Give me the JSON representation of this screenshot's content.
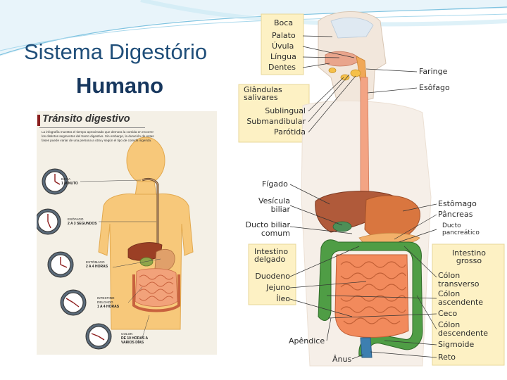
{
  "title_line1": "Sistema Digestório",
  "title_line2": "Humano",
  "infographic": {
    "title": "Tránsito digestivo",
    "description": "La infografía muestra el tiempo aproximado que demora la comida en recorrer los distintos segmentos del tracto digestivo. Sin embargo, la duración de estas fases puede variar de una persona a otra y según el tipo de comida ingerida.",
    "stages": [
      {
        "organ": "BOCA",
        "time": "1 MINUTO"
      },
      {
        "organ": "ESÓFAGO",
        "time": "2 A 3 SEGUNDOS"
      },
      {
        "organ": "ESTÓMAGO",
        "time": "2 A 4 HORAS"
      },
      {
        "organ": "INTESTINO DELGADO",
        "time": "1 A 4 HORAS"
      },
      {
        "organ": "COLON",
        "time": "DE 10 HORAS A VARIOS DÍAS"
      }
    ]
  },
  "anatomy": {
    "head_box": {
      "title": "Boca",
      "items": [
        "Palato",
        "Úvula",
        "Língua",
        "Dentes"
      ]
    },
    "glands_box": {
      "title": "Glândulas salivares",
      "items": [
        "Sublingual",
        "Submandibular",
        "Parótida"
      ]
    },
    "left_labels": {
      "figado": "Fígado",
      "vesicula": "Vesícula biliar",
      "ducto_biliar": "Ducto biliar comum"
    },
    "small_intestine_box": {
      "title": "Intestino delgado",
      "items": [
        "Duodeno",
        "Jejuno",
        "Íleo"
      ]
    },
    "right_top_labels": {
      "faringe": "Faringe",
      "esofago": "Esôfago",
      "estomago": "Estômago",
      "pancreas": "Pâncreas",
      "ducto_pancreatico": "Ducto pancreático"
    },
    "large_intestine_box": {
      "title": "Intestino grosso",
      "items": [
        "Cólon transverso",
        "Cólon ascendente",
        "Ceco",
        "Cólon descendente",
        "Sigmoide",
        "Reto"
      ]
    },
    "bottom_labels": {
      "apendice": "Apêndice",
      "anus": "Ânus"
    }
  },
  "colors": {
    "title": "#1f4e79",
    "box_fill": "#fdf1c4",
    "box_border": "#e8d79a",
    "liver": "#b05a3a",
    "stomach": "#d9763f",
    "small_intestine": "#f28a5c",
    "large_intestine": "#4f9d45"
  }
}
